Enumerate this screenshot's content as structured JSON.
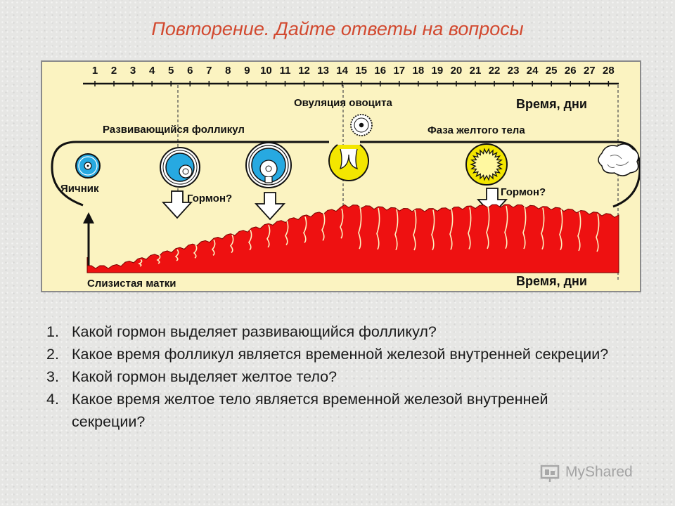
{
  "title": "Повторение. Дайте ответы на вопросы",
  "diagram": {
    "days": [
      "1",
      "2",
      "3",
      "4",
      "5",
      "6",
      "7",
      "8",
      "9",
      "10",
      "11",
      "12",
      "13",
      "14",
      "15",
      "16",
      "17",
      "18",
      "19",
      "20",
      "21",
      "22",
      "23",
      "24",
      "25",
      "26",
      "27",
      "28"
    ],
    "time_label_top": "Время, дни",
    "time_label_bottom": "Время, дни",
    "ovulation_label": "Овуляция овоцита",
    "follicle_label": "Развивающийся фолликул",
    "luteal_label": "Фаза желтого тела",
    "ovary_label": "Яичник",
    "hormone_label_1": "Гормон?",
    "hormone_label_2": "Гормон?",
    "endometrium_label": "Слизистая матки",
    "colors": {
      "endometrium": "#ee1111",
      "follicle_blue": "#27a9e1",
      "corpus_yellow": "#f3e600",
      "panel_bg": "#fbf3c1"
    }
  },
  "questions": [
    {
      "num": "1.",
      "text": "Какой гормон выделяет развивающийся фолликул?"
    },
    {
      "num": "2.",
      "text": "Какое время фолликул является временной железой внутренней секреции?"
    },
    {
      "num": "3.",
      "text": "Какой гормон выделяет желтое тело?"
    },
    {
      "num": "4.",
      "text": "Какое время желтое тело является временной железой внутренней секреции?"
    }
  ],
  "watermark": "MyShared"
}
